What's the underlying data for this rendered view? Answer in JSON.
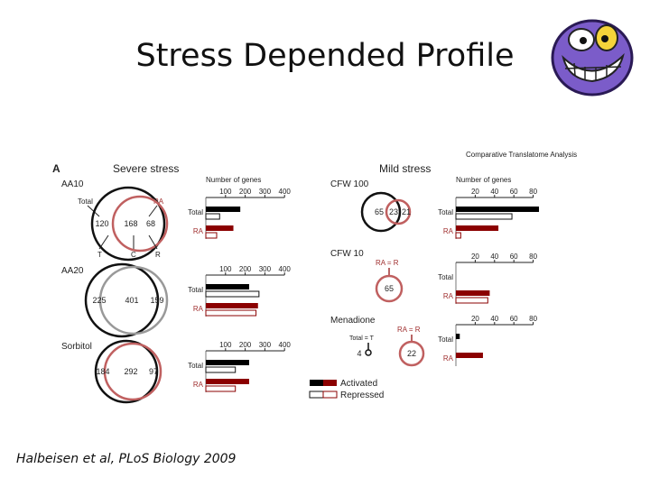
{
  "slide": {
    "title": "Stress Depended Profile",
    "citation": "Halbeisen et al, PLoS Biology 2009",
    "mascot_icon": "grinning-purple-face-icon"
  },
  "figure": {
    "caption_header": "Comparative Translatome Analysis",
    "panel_label": "A",
    "colors": {
      "total": "#000000",
      "ra": "#8b0000",
      "circle_ra": "#c06060",
      "circle_gray": "#999999"
    },
    "legend": {
      "activated": "Activated",
      "repressed": "Repressed"
    },
    "severe": {
      "header": "Severe stress",
      "axis_title": "Number of genes",
      "ticks": [
        "100",
        "200",
        "300",
        "400"
      ],
      "conditions": [
        {
          "name": "AA10",
          "venn": [
            "120",
            "168",
            "68"
          ],
          "labels": {
            "total": "Total",
            "ra": "RA",
            "t": "T",
            "c": "C",
            "r": "R"
          },
          "bars": {
            "total_activated": 175,
            "total_repressed": 70,
            "ra_activated": 140,
            "ra_repressed": 55
          }
        },
        {
          "name": "AA20",
          "venn": [
            "225",
            "401",
            "159"
          ],
          "bars": {
            "total_activated": 220,
            "total_repressed": 270,
            "ra_activated": 265,
            "ra_repressed": 255
          }
        },
        {
          "name": "Sorbitol",
          "venn": [
            "184",
            "292",
            "97"
          ],
          "bars": {
            "total_activated": 220,
            "total_repressed": 150,
            "ra_activated": 220,
            "ra_repressed": 150
          }
        }
      ],
      "bar_labels": {
        "total": "Total",
        "ra": "RA"
      }
    },
    "mild": {
      "header": "Mild stress",
      "axis_title": "Number of genes",
      "ticks": [
        "20",
        "40",
        "60",
        "80"
      ],
      "conditions": [
        {
          "name": "CFW 100",
          "venn": [
            "65",
            "23",
            "21"
          ],
          "bars": {
            "total_activated": 86,
            "total_repressed": 58,
            "ra_activated": 44,
            "ra_repressed": 5
          }
        },
        {
          "name": "CFW 10",
          "relation": "RA = R",
          "venn": [
            "65"
          ],
          "bars": {
            "total_activated": 0,
            "total_repressed": 0,
            "ra_activated": 35,
            "ra_repressed": 33
          }
        },
        {
          "name": "Menadione",
          "relation_total": "Total = T",
          "relation_ra": "RA = R",
          "venn": [
            "4",
            "22"
          ],
          "bars": {
            "total_activated": 4,
            "total_repressed": 0,
            "ra_activated": 28,
            "ra_repressed": 0
          }
        }
      ],
      "bar_labels": {
        "total": "Total",
        "ra": "RA"
      }
    }
  }
}
